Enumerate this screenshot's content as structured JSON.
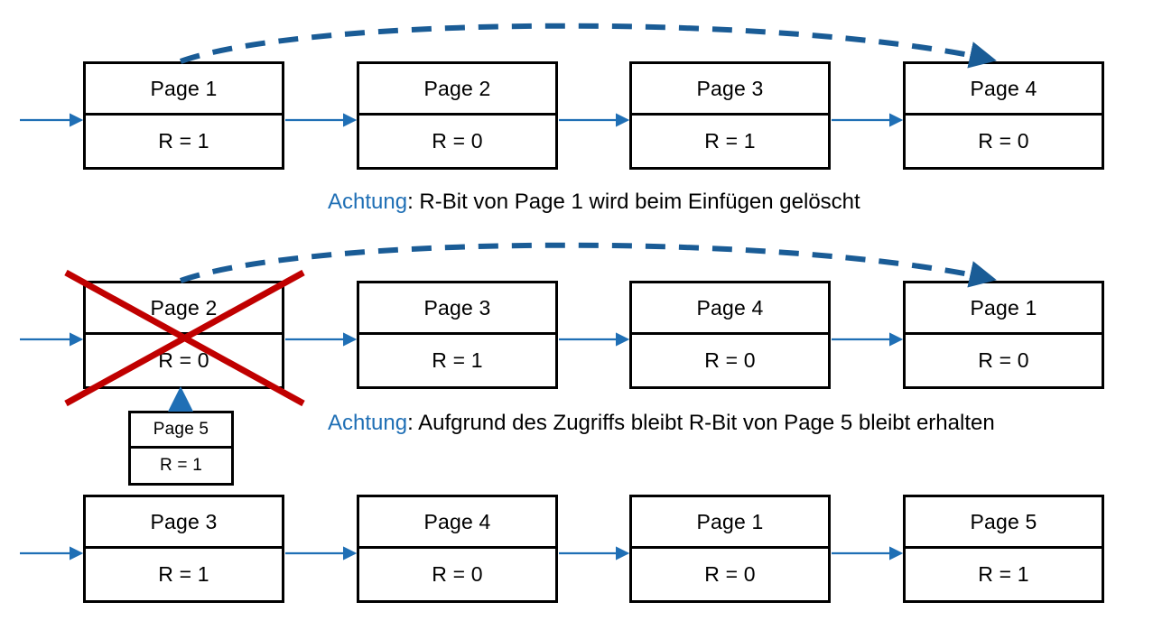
{
  "diagram": {
    "title": "Second-Chance / Clock page replacement illustration",
    "colors": {
      "box_border": "#000000",
      "arrow_blue": "#1f6fb5",
      "dashed_blue": "#1a5c96",
      "cross_red": "#c00000",
      "keyword_blue": "#1f6fb5",
      "text_black": "#000000",
      "background": "#ffffff"
    },
    "rows": [
      {
        "id": "row-1",
        "boxes": [
          {
            "id": "r1-b1",
            "page": "Page 1",
            "rbit": "R = 1",
            "crossed": false
          },
          {
            "id": "r1-b2",
            "page": "Page 2",
            "rbit": "R = 0",
            "crossed": false
          },
          {
            "id": "r1-b3",
            "page": "Page 3",
            "rbit": "R = 1",
            "crossed": false
          },
          {
            "id": "r1-b4",
            "page": "Page 4",
            "rbit": "R = 0",
            "crossed": false
          }
        ]
      },
      {
        "id": "row-2",
        "boxes": [
          {
            "id": "r2-b1",
            "page": "Page 2",
            "rbit": "R = 0",
            "crossed": true
          },
          {
            "id": "r2-b2",
            "page": "Page 3",
            "rbit": "R = 1",
            "crossed": false
          },
          {
            "id": "r2-b3",
            "page": "Page 4",
            "rbit": "R = 0",
            "crossed": false
          },
          {
            "id": "r2-b4",
            "page": "Page 1",
            "rbit": "R = 0",
            "crossed": false
          }
        ]
      },
      {
        "id": "row-3",
        "boxes": [
          {
            "id": "r3-b1",
            "page": "Page 3",
            "rbit": "R = 1",
            "crossed": false
          },
          {
            "id": "r3-b2",
            "page": "Page 4",
            "rbit": "R = 0",
            "crossed": false
          },
          {
            "id": "r3-b3",
            "page": "Page 1",
            "rbit": "R = 0",
            "crossed": false
          },
          {
            "id": "r3-b4",
            "page": "Page 5",
            "rbit": "R = 1",
            "crossed": false
          }
        ]
      }
    ],
    "inserted_box": {
      "id": "inserted-page",
      "page": "Page 5",
      "rbit": "R = 1"
    },
    "captions": [
      {
        "id": "caption-1",
        "keyword": "Achtung",
        "rest": ": R-Bit von Page 1 wird beim Einfügen gelöscht"
      },
      {
        "id": "caption-2",
        "keyword": "Achtung",
        "rest": ": Aufgrund des Zugriffs bleibt R-Bit von Page 5 bleibt erhalten"
      }
    ]
  }
}
